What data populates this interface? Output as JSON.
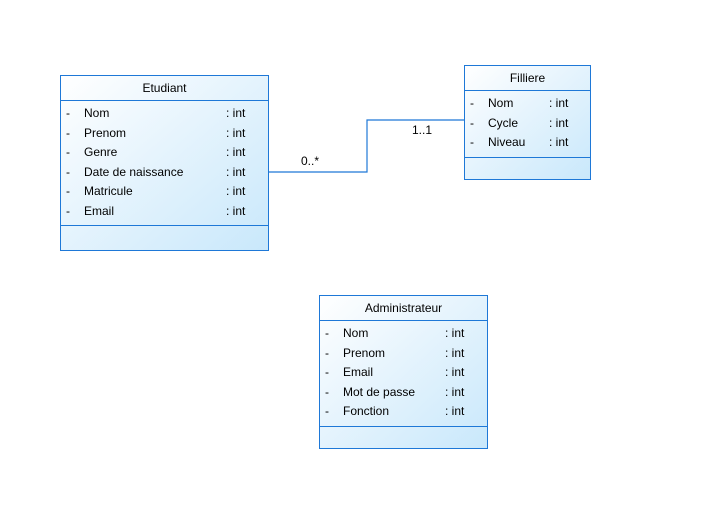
{
  "classes": {
    "etudiant": {
      "name": "Etudiant",
      "attributes": [
        {
          "visibility": "-",
          "name": "Nom",
          "type": ": int"
        },
        {
          "visibility": "-",
          "name": "Prenom",
          "type": ": int"
        },
        {
          "visibility": "-",
          "name": "Genre",
          "type": ": int"
        },
        {
          "visibility": "-",
          "name": "Date de naissance",
          "type": ": int"
        },
        {
          "visibility": "-",
          "name": "Matricule",
          "type": ": int"
        },
        {
          "visibility": "-",
          "name": "Email",
          "type": ": int"
        }
      ]
    },
    "filliere": {
      "name": "Filliere",
      "attributes": [
        {
          "visibility": "-",
          "name": "Nom",
          "type": ": int"
        },
        {
          "visibility": "-",
          "name": "Cycle",
          "type": ": int"
        },
        {
          "visibility": "-",
          "name": "Niveau",
          "type": ": int"
        }
      ]
    },
    "administrateur": {
      "name": "Administrateur",
      "attributes": [
        {
          "visibility": "-",
          "name": "Nom",
          "type": ": int"
        },
        {
          "visibility": "-",
          "name": "Prenom",
          "type": ": int"
        },
        {
          "visibility": "-",
          "name": "Email",
          "type": ": int"
        },
        {
          "visibility": "-",
          "name": "Mot de passe",
          "type": ": int"
        },
        {
          "visibility": "-",
          "name": "Fonction",
          "type": ": int"
        }
      ]
    }
  },
  "association": {
    "etudiant_multiplicity": "0..*",
    "filliere_multiplicity": "1..1"
  },
  "colors": {
    "border": "#1e78d7",
    "fill_light": "#ffffff",
    "fill_dark": "#c9e8fb"
  }
}
